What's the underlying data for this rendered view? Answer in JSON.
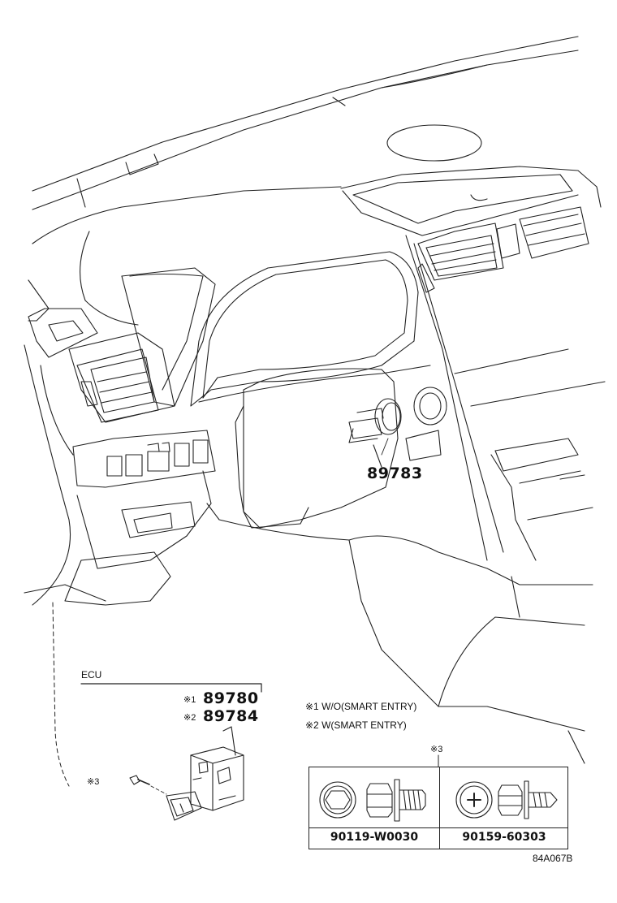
{
  "callouts": {
    "main_part": "89783",
    "ecu_label": "ECU",
    "ecu_part_1": "89780",
    "ecu_part_2": "89784",
    "mark_1": "※1",
    "mark_2": "※2",
    "mark_3": "※3",
    "bolt_mark": "※3"
  },
  "notes": {
    "note_1": "※1 W/O(SMART ENTRY)",
    "note_2": "※2 W(SMART ENTRY)",
    "table_mark": "※3"
  },
  "fastener_table": {
    "part_left": "90119-W0030",
    "part_right": "90159-60303"
  },
  "drawing_code": "84A067B"
}
